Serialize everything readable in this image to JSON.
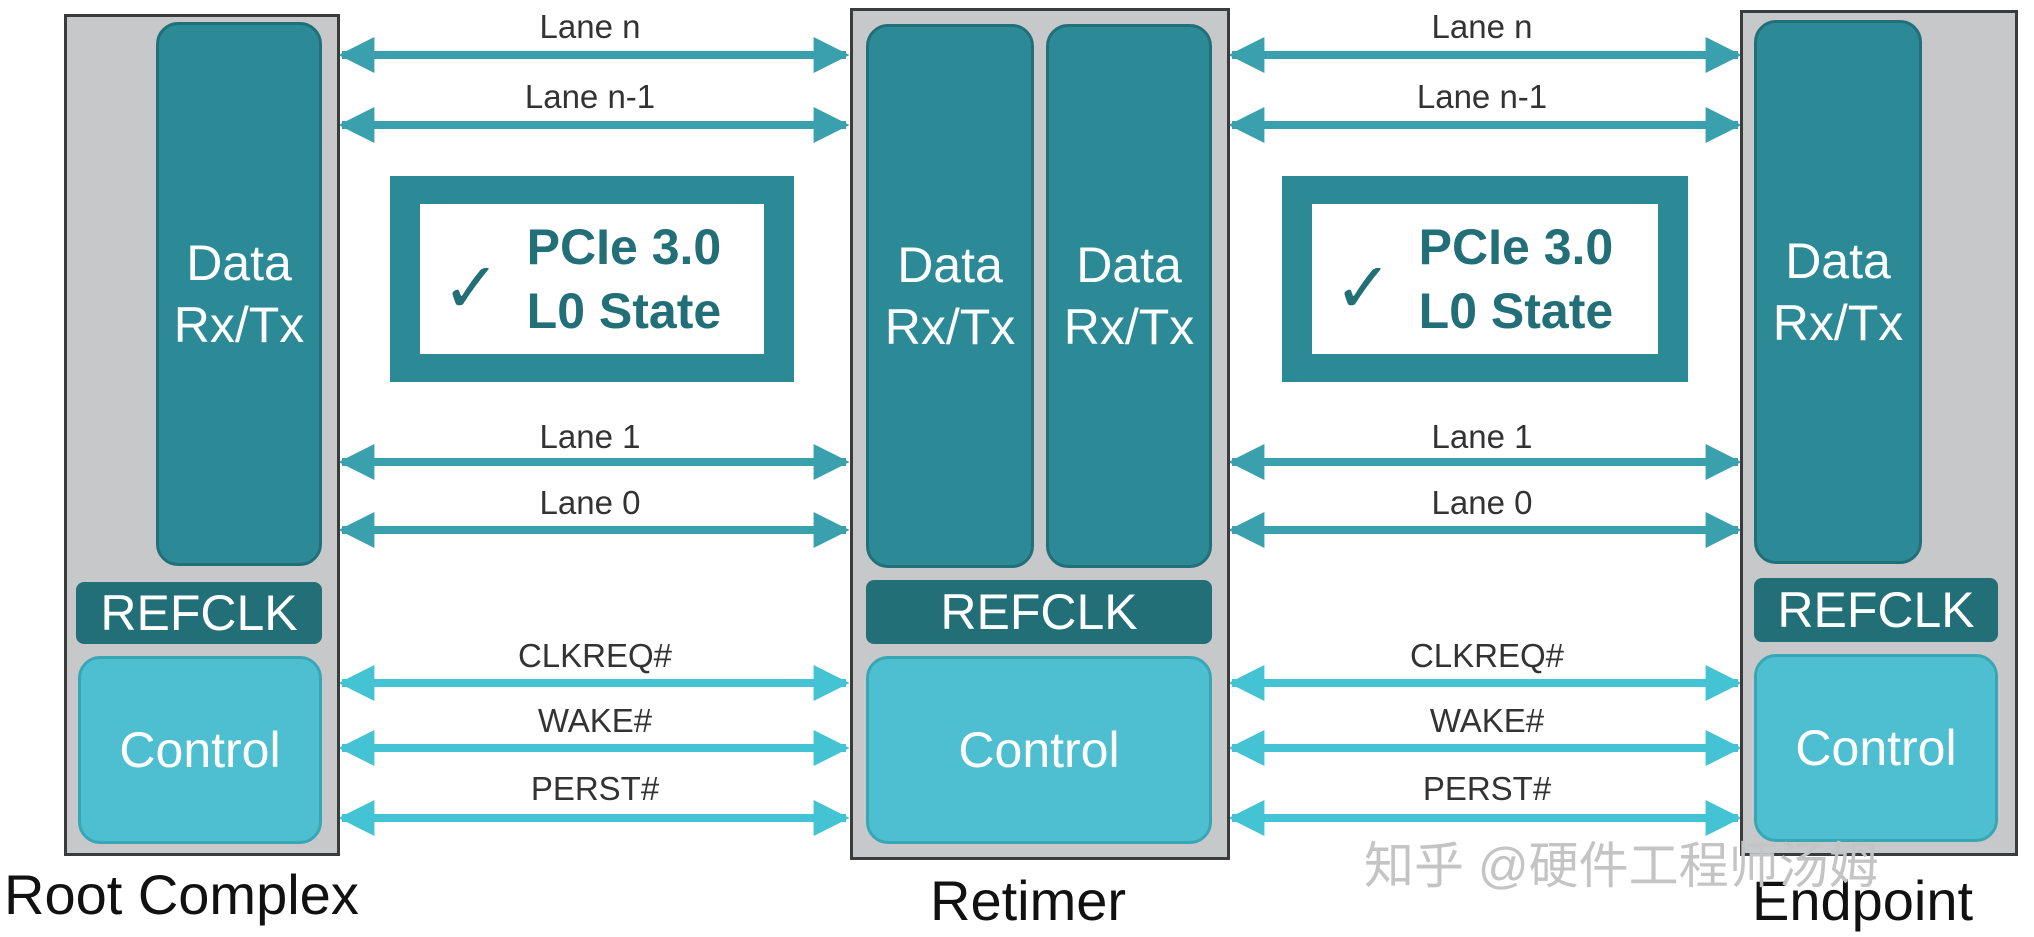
{
  "root_complex": {
    "label": "Root Complex",
    "data_label_1": "Data",
    "data_label_2": "Rx/Tx",
    "refclk": "REFCLK",
    "control": "Control"
  },
  "retimer": {
    "label": "Retimer",
    "data_left_1": "Data",
    "data_left_2": "Rx/Tx",
    "data_right_1": "Data",
    "data_right_2": "Rx/Tx",
    "refclk": "REFCLK",
    "control": "Control"
  },
  "endpoint": {
    "label": "Endpoint",
    "data_label_1": "Data",
    "data_label_2": "Rx/Tx",
    "refclk": "REFCLK",
    "control": "Control"
  },
  "state_box": {
    "check": "✓",
    "line1": "PCIe 3.0",
    "line2": "L0 State"
  },
  "lanes": [
    "Lane n",
    "Lane n-1",
    "Lane 1",
    "Lane 0"
  ],
  "sideband": [
    "CLKREQ#",
    "WAKE#",
    "PERST#"
  ],
  "watermark": "知乎 @硬件工程师汤姆",
  "colors": {
    "data": "#2c8a97",
    "refclk": "#236f78",
    "control": "#4ebfd1",
    "chip_bg": "#c6c8ca",
    "lane_arrow": "#3aa0ad",
    "sideband_arrow": "#43c3d3"
  }
}
